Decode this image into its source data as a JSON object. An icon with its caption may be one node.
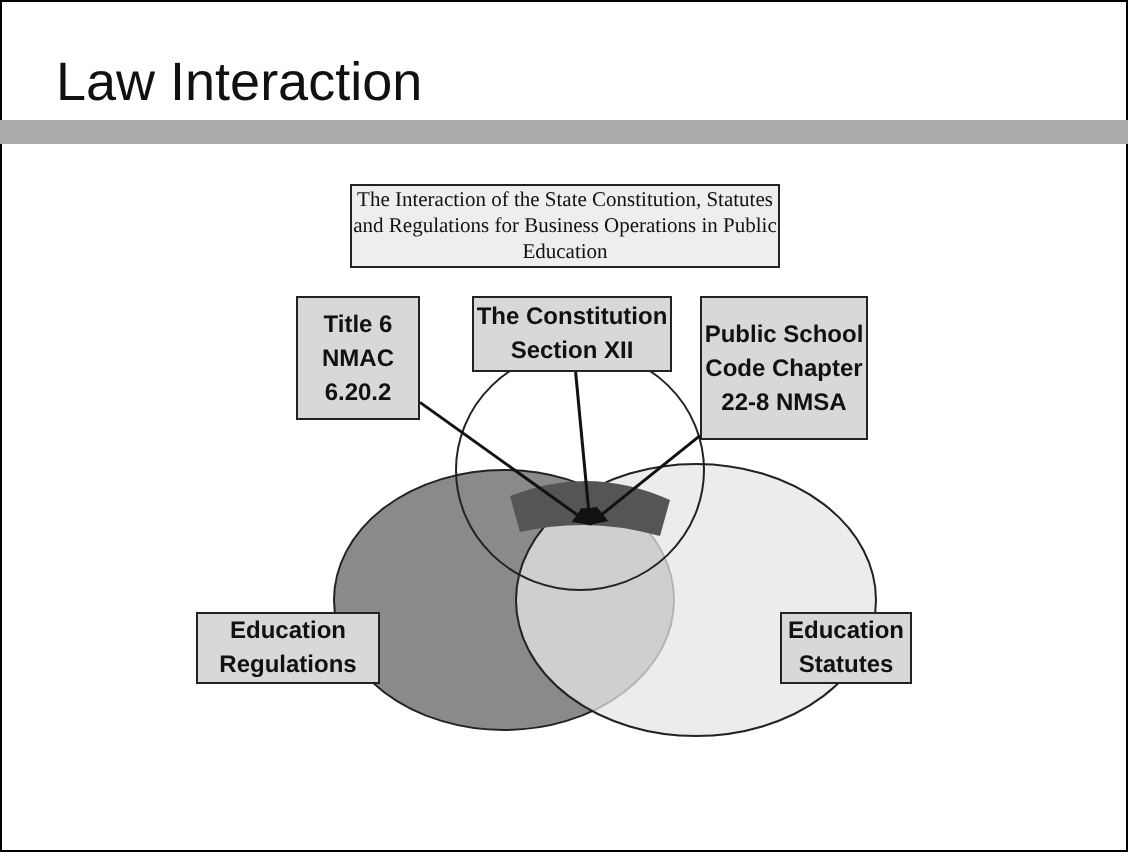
{
  "diagram": {
    "title": "Law Interaction",
    "nodes": [
      {
        "text": [
          "The Interaction of the State Constitution, Statutes and Regulations for Business Operations in Public Education"
        ]
      },
      {
        "text": [
          "Title 6 NMAC 6.20.2"
        ]
      },
      {
        "text": [
          "The Constitution Section XII"
        ]
      },
      {
        "text": [
          "Public School Code Chapter 22-8 NMSA"
        ]
      },
      {
        "text": [
          "Education Regulations"
        ]
      },
      {
        "text": [
          "Education Statutes"
        ]
      }
    ],
    "edges": [
      {
        "from": 1,
        "to": null,
        "arrow": "to"
      },
      {
        "from": 2,
        "to": null,
        "arrow": "to"
      },
      {
        "from": 3,
        "to": null,
        "arrow": "to"
      }
    ]
  }
}
